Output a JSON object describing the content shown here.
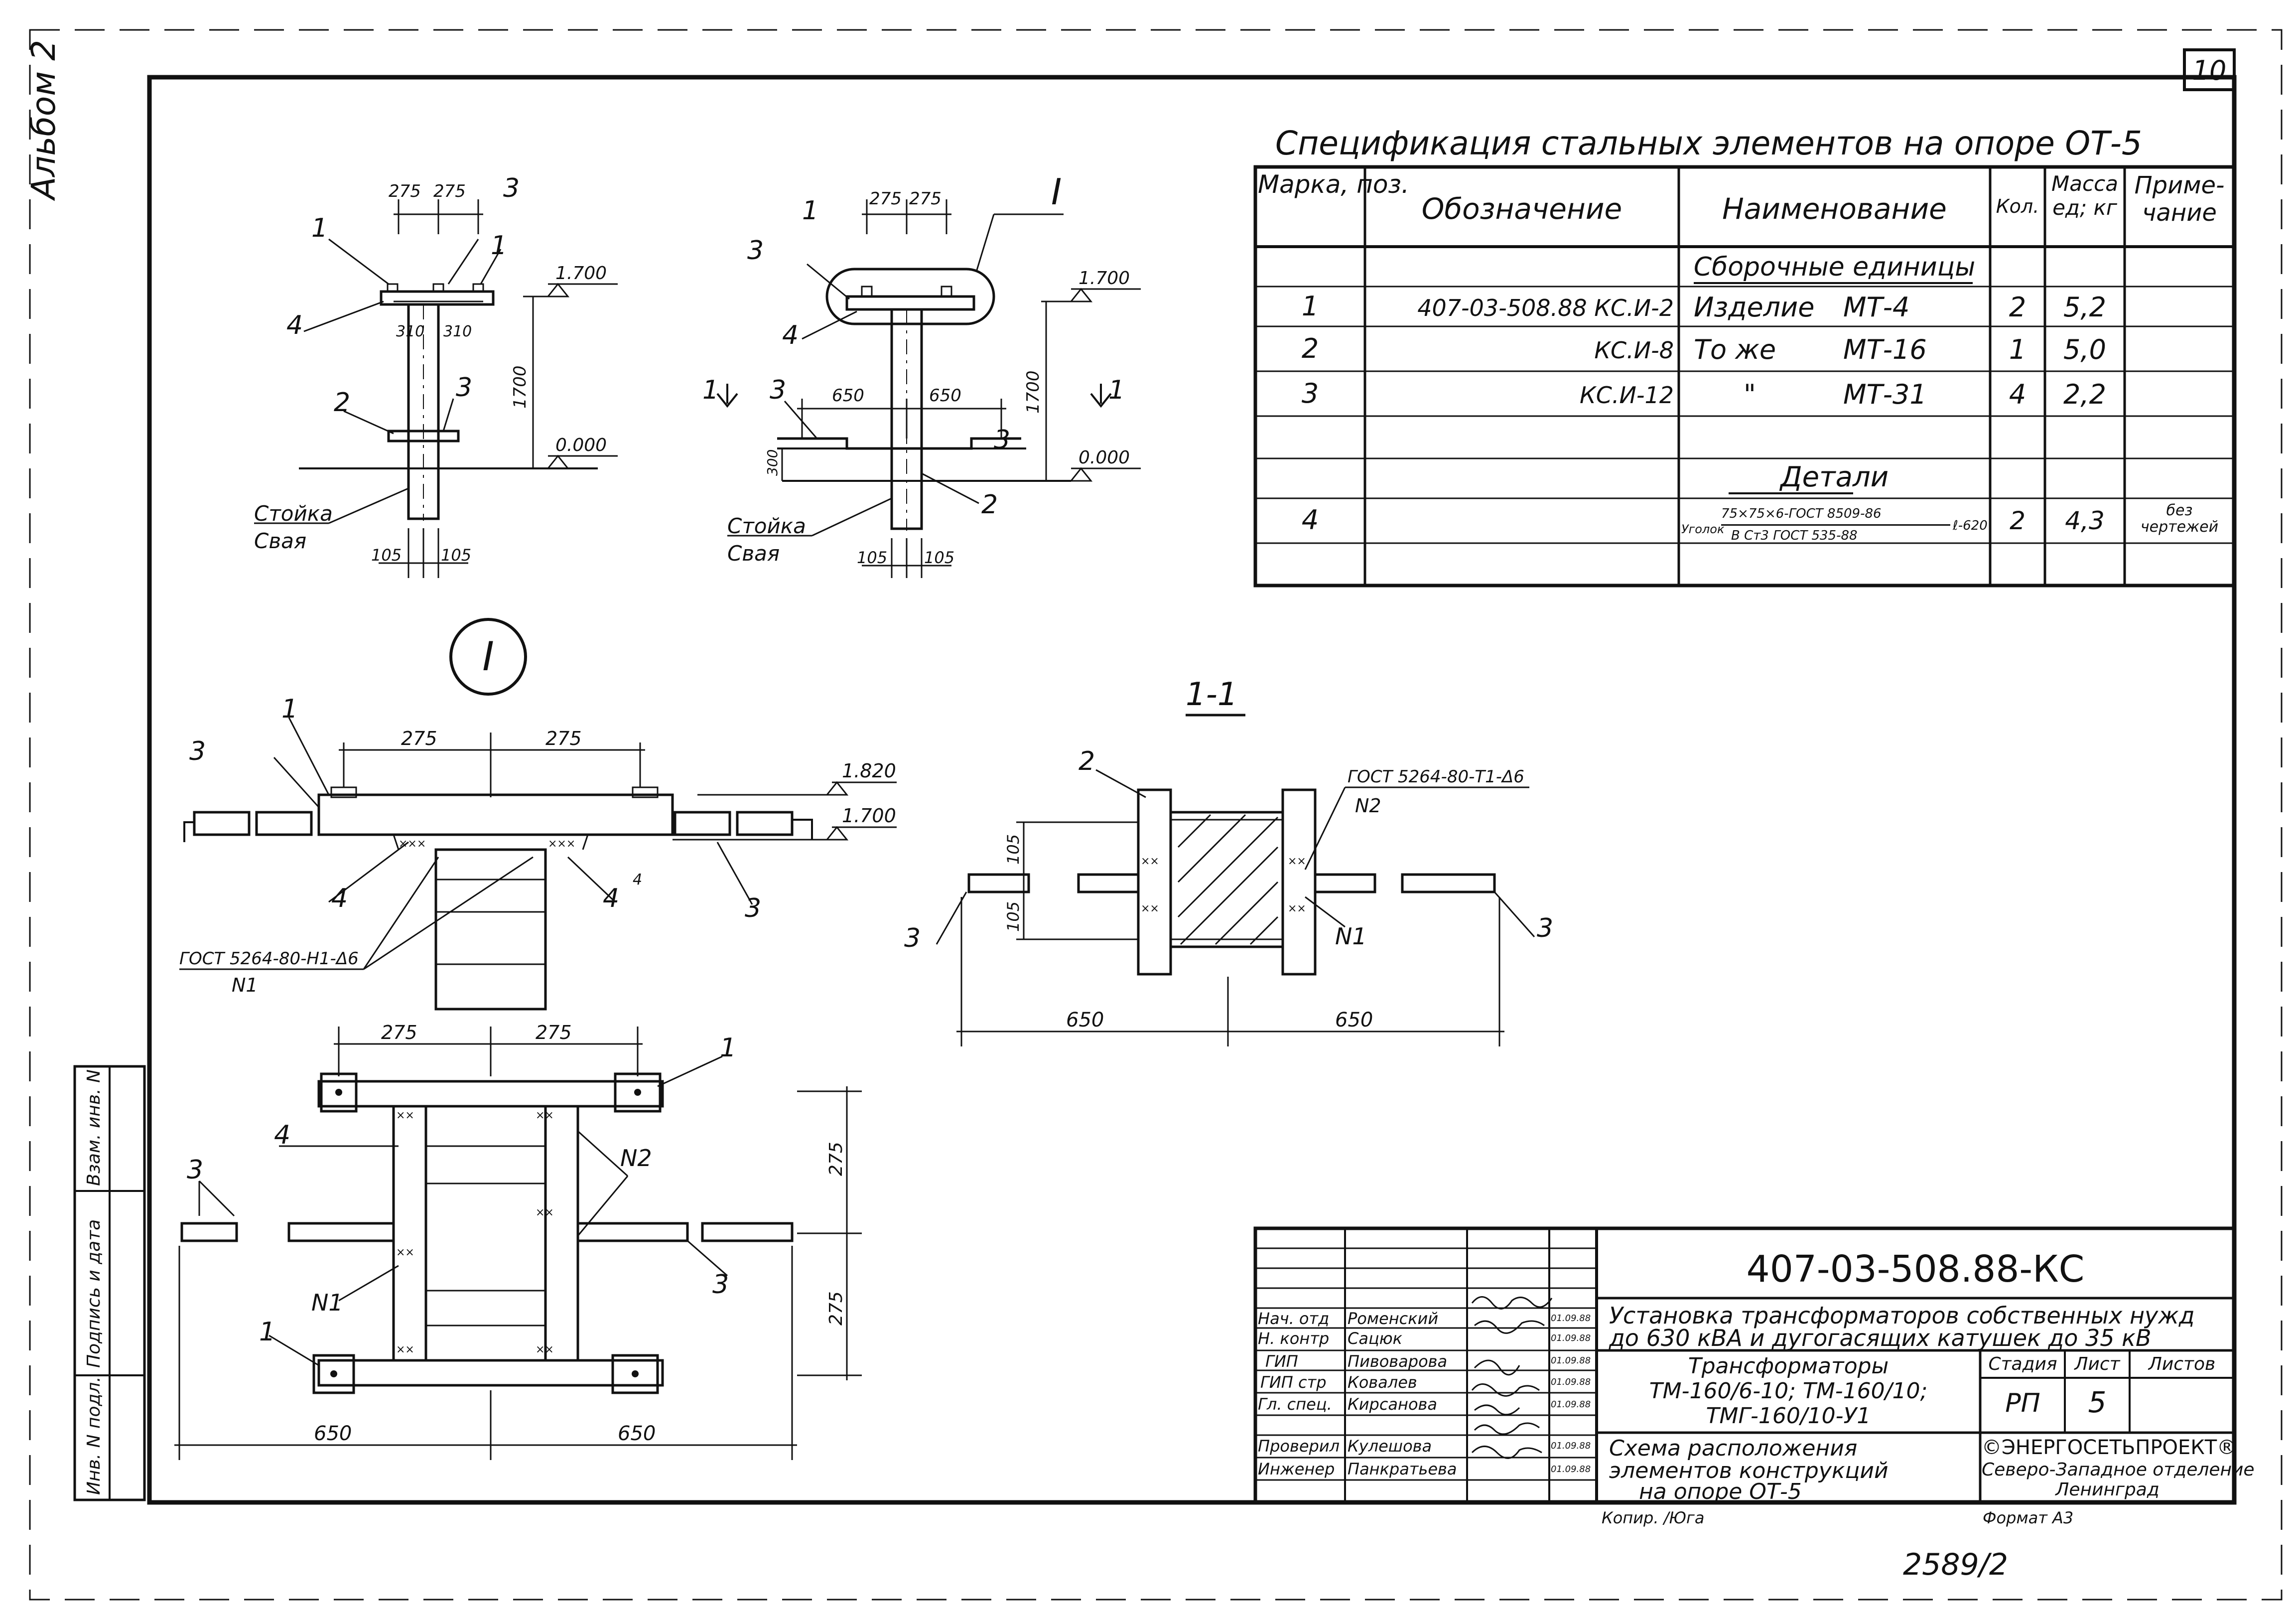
{
  "sheet": {
    "number": "10",
    "album": "Альбом 2",
    "bottom_number": "2589/2",
    "copied": "Копир. /Юга",
    "format": "Формат А3"
  },
  "spec": {
    "title": "Спецификация стальных элементов на опоре ОТ-5",
    "headers": {
      "mark": "Марка, поз.",
      "designation": "Обозначение",
      "name": "Наименование",
      "qty": "Кол.",
      "mass": "Масса ед; кг",
      "note": "Приме- чание"
    },
    "section_assemblies": "Сборочные единицы",
    "section_details": "Детали",
    "rows": [
      {
        "mark": "1",
        "designation": "407-03-508.88 КС.И-2",
        "name": "Изделие",
        "item": "МТ-4",
        "qty": "2",
        "mass": "5,2",
        "note": ""
      },
      {
        "mark": "2",
        "designation": "КС.И-8",
        "name": "То же",
        "item": "МТ-16",
        "qty": "1",
        "mass": "5,0",
        "note": ""
      },
      {
        "mark": "3",
        "designation": "КС.И-12",
        "name": "\"",
        "item": "МТ-31",
        "qty": "4",
        "mass": "2,2",
        "note": ""
      }
    ],
    "detail_row": {
      "mark": "4",
      "name_prefix": "Уголок",
      "name_top": "75×75×6-ГОСТ 8509-86",
      "name_bottom": "В Ст3 ГОСТ 535-88",
      "length": "ℓ-620",
      "qty": "2",
      "mass": "4,3",
      "note": "без чертежей"
    }
  },
  "views": {
    "left_elev": {
      "dims": [
        "275",
        "275",
        "310",
        "310",
        "1700",
        "105",
        "105"
      ],
      "levels": [
        "1.700",
        "0.000"
      ],
      "marks": [
        "1",
        "1",
        "3",
        "4",
        "2",
        "3"
      ],
      "post_label_1": "Стойка",
      "post_label_2": "Свая"
    },
    "right_elev": {
      "dims": [
        "275",
        "275",
        "650",
        "650",
        "1700",
        "300",
        "105",
        "105"
      ],
      "levels": [
        "1.700",
        "0.000"
      ],
      "marks": [
        "1",
        "3",
        "4",
        "3",
        "3",
        "2"
      ],
      "callout": "I",
      "section_mark": "1",
      "post_label_1": "Стойка",
      "post_label_2": "Свая"
    },
    "detail_I": {
      "callout": "I",
      "dims": [
        "275",
        "275"
      ],
      "levels": [
        "1.820",
        "1.700"
      ],
      "marks": [
        "1",
        "3",
        "3",
        "4",
        "4"
      ],
      "weld_size": "4",
      "weld_std": "ГОСТ 5264-80-Н1-Δ6",
      "weld_no": "N1"
    },
    "section_1_1": {
      "title": "1-1",
      "weld_std": "ГОСТ 5264-80-Т1-Δ6",
      "weld_no_2": "N2",
      "weld_no_1": "N1",
      "dims": [
        "105",
        "105",
        "650",
        "650"
      ],
      "marks": [
        "2",
        "3",
        "3"
      ]
    },
    "plan": {
      "dims_top": [
        "275",
        "275"
      ],
      "dims_side": [
        "275",
        "275"
      ],
      "dims_bottom": [
        "650",
        "650"
      ],
      "marks": [
        "1",
        "1",
        "4",
        "3",
        "3"
      ],
      "weld_n1": "N1",
      "weld_n2": "N2"
    }
  },
  "titleblock": {
    "code": "407-03-508.88-КС",
    "project_line1": "Установка трансформаторов собственных нужд",
    "project_line2": "до 630 кВА и дугогасящих катушек до 35 кВ",
    "object_line1": "Трансформаторы",
    "object_line2": "ТМ-160/6-10; ТМ-160/10;",
    "object_line3": "ТМГ-160/10-У1",
    "sheet_title1": "Схема расположения",
    "sheet_title2": "элементов конструкций",
    "sheet_title3": "на опоре ОТ-5",
    "stage_h": "Стадия",
    "sheet_h": "Лист",
    "sheets_h": "Листов",
    "stage": "РП",
    "sheet_no": "5",
    "org1": "©ЭНЕРГОСЕТЬПРОЕКТ®",
    "org2": "Северо-Западное отделение",
    "org3": "Ленинград",
    "people": [
      {
        "role": "Нач. отд",
        "name": "Роменский",
        "date": "01.09.88"
      },
      {
        "role": "Н. контр",
        "name": "Сацюк",
        "date": "01.09.88"
      },
      {
        "role": "ГИП",
        "name": "Пивоварова",
        "date": "01.09.88"
      },
      {
        "role": "ГИП стр",
        "name": "Ковалев",
        "date": "01.09.88"
      },
      {
        "role": "Гл. спец.",
        "name": "Кирсанова",
        "date": "01.09.88"
      },
      {
        "role": "Проверил",
        "name": "Кулешова",
        "date": "01.09.88"
      },
      {
        "role": "Инженер",
        "name": "Панкратьева",
        "date": "01.09.88"
      }
    ]
  },
  "side_stamp": {
    "inv_orig": "Инв. N подл.",
    "sign_date": "Подпись и дата",
    "inv_repl": "Взам. инв. N"
  }
}
